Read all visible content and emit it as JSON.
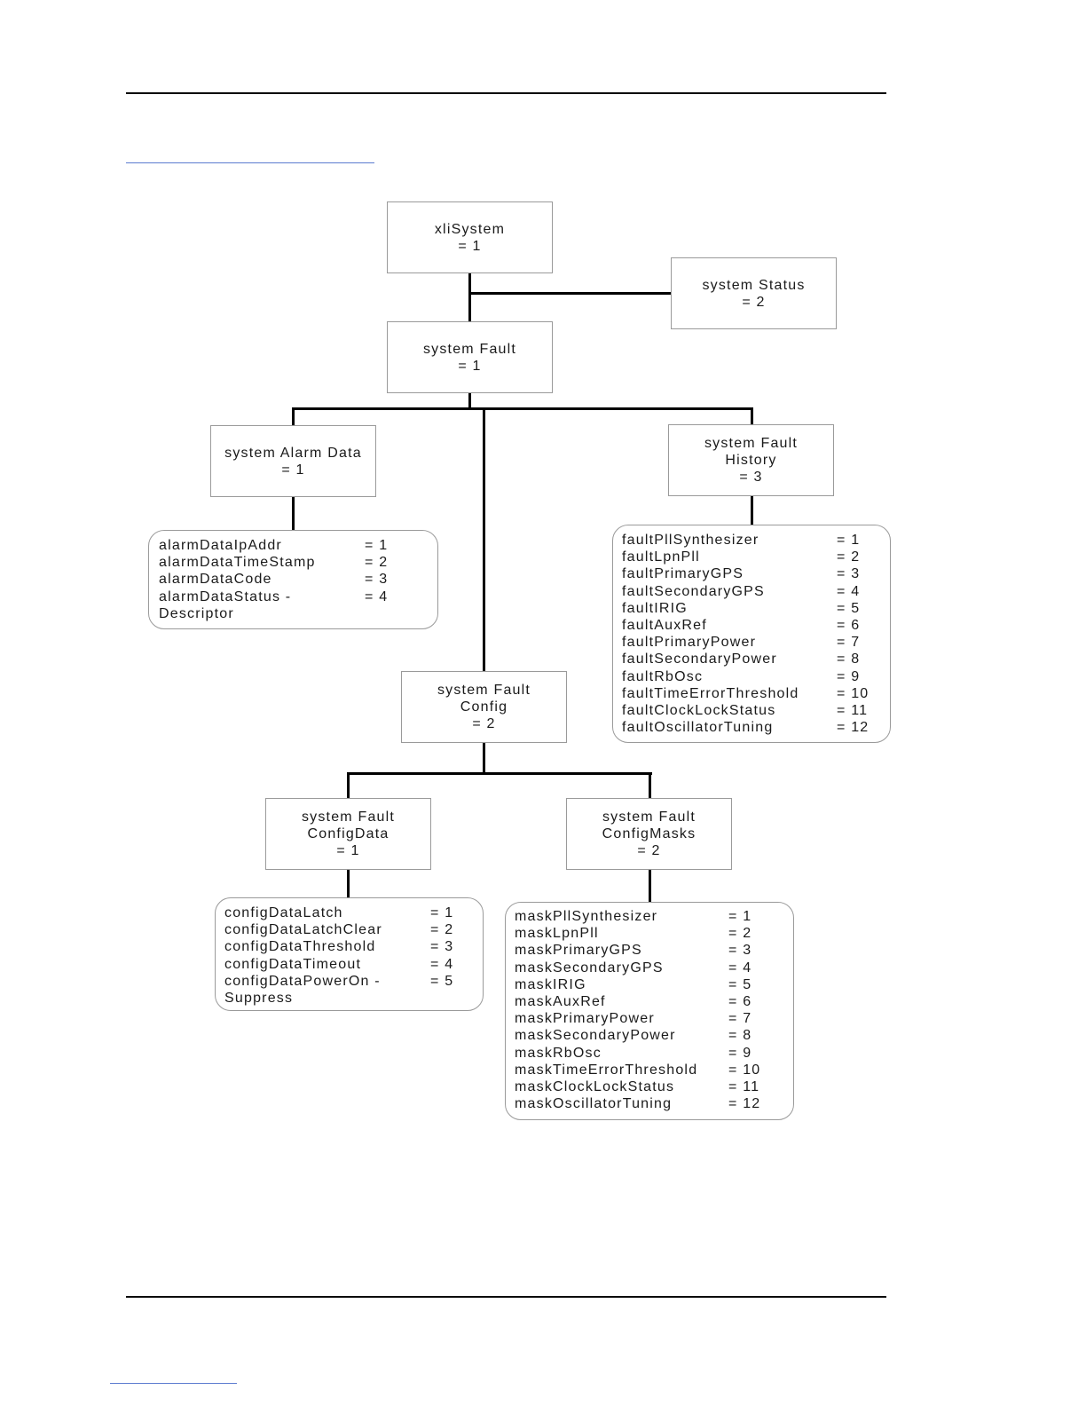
{
  "nodes": {
    "xliSystem": {
      "name": "xliSystem",
      "value": "= 1"
    },
    "systemStatus": {
      "name": "system Status",
      "value": "= 2"
    },
    "systemFault": {
      "name": "system Fault",
      "value": "= 1"
    },
    "systemAlarmData": {
      "name": "system Alarm Data",
      "value": "= 1"
    },
    "systemFaultHistory": {
      "line1": "system Fault",
      "line2": "History",
      "value": "= 3"
    },
    "systemFaultConfig": {
      "line1": "system Fault",
      "line2": "Config",
      "value": "= 2"
    },
    "systemFaultConfigData": {
      "line1": "system Fault",
      "line2": "ConfigData",
      "value": "= 1"
    },
    "systemFaultConfigMasks": {
      "line1": "system Fault",
      "line2": "ConfigMasks",
      "value": "= 2"
    }
  },
  "alarmData": [
    {
      "name": "alarmDataIpAddr",
      "value": "= 1"
    },
    {
      "name": "alarmDataTimeStamp",
      "value": "= 2"
    },
    {
      "name": "alarmDataCode",
      "value": "= 3"
    },
    {
      "name": "alarmDataStatus -",
      "value": "= 4"
    },
    {
      "name": "Descriptor",
      "value": ""
    }
  ],
  "faultHistory": [
    {
      "name": "faultPllSynthesizer",
      "value": "= 1"
    },
    {
      "name": "faultLpnPll",
      "value": "= 2"
    },
    {
      "name": "faultPrimaryGPS",
      "value": "= 3"
    },
    {
      "name": "faultSecondaryGPS",
      "value": "= 4"
    },
    {
      "name": "faultIRIG",
      "value": "= 5"
    },
    {
      "name": "faultAuxRef",
      "value": "= 6"
    },
    {
      "name": "faultPrimaryPower",
      "value": "= 7"
    },
    {
      "name": "faultSecondaryPower",
      "value": "= 8"
    },
    {
      "name": "faultRbOsc",
      "value": "= 9"
    },
    {
      "name": "faultTimeErrorThreshold",
      "value": "= 10"
    },
    {
      "name": "faultClockLockStatus",
      "value": "= 11"
    },
    {
      "name": "faultOscillatorTuning",
      "value": "= 12"
    }
  ],
  "configData": [
    {
      "name": "configDataLatch",
      "value": "= 1"
    },
    {
      "name": "configDataLatchClear",
      "value": "= 2"
    },
    {
      "name": "configDataThreshold",
      "value": "= 3"
    },
    {
      "name": "configDataTimeout",
      "value": "= 4"
    },
    {
      "name": "configDataPowerOn -",
      "value": "= 5"
    },
    {
      "name": "Suppress",
      "value": ""
    }
  ],
  "configMasks": [
    {
      "name": "maskPllSynthesizer",
      "value": "= 1"
    },
    {
      "name": "maskLpnPll",
      "value": "= 2"
    },
    {
      "name": "maskPrimaryGPS",
      "value": "= 3"
    },
    {
      "name": "maskSecondaryGPS",
      "value": "= 4"
    },
    {
      "name": "maskIRIG",
      "value": "= 5"
    },
    {
      "name": "maskAuxRef",
      "value": "= 6"
    },
    {
      "name": "maskPrimaryPower",
      "value": "= 7"
    },
    {
      "name": "maskSecondaryPower",
      "value": "= 8"
    },
    {
      "name": "maskRbOsc",
      "value": "= 9"
    },
    {
      "name": "maskTimeErrorThreshold",
      "value": "= 10"
    },
    {
      "name": "maskClockLockStatus",
      "value": "= 11"
    },
    {
      "name": "maskOscillatorTuning",
      "value": "= 12"
    }
  ]
}
